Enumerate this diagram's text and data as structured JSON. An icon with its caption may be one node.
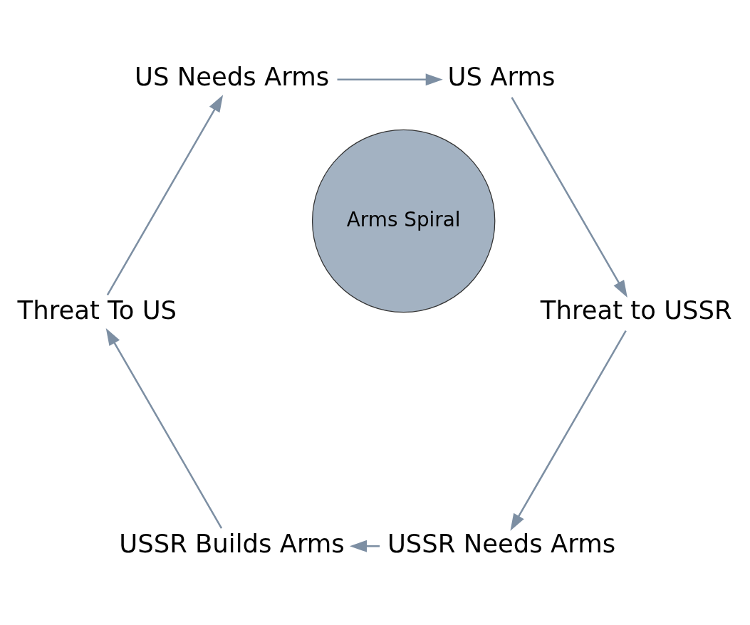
{
  "diagram": {
    "nodes": [
      {
        "text": [
          "USSR Needs Arms"
        ]
      },
      {
        "text": [
          "USSR Builds Arms"
        ]
      },
      {
        "text": [
          "Threat To US"
        ]
      },
      {
        "text": [
          "US Needs Arms"
        ]
      },
      {
        "text": [
          "US Arms"
        ]
      },
      {
        "text": [
          "Threat to USSR"
        ]
      },
      {
        "text": [
          "Arms Spiral"
        ]
      }
    ],
    "edges": [
      {
        "from": 0,
        "to": 1,
        "arrow": "to"
      },
      {
        "from": 1,
        "to": 2,
        "arrow": "to"
      },
      {
        "from": 2,
        "to": 3,
        "arrow": "to"
      },
      {
        "from": 3,
        "to": 4,
        "arrow": "to"
      },
      {
        "from": 4,
        "to": 5,
        "arrow": "to"
      },
      {
        "from": 5,
        "to": 0,
        "arrow": "to"
      }
    ]
  }
}
